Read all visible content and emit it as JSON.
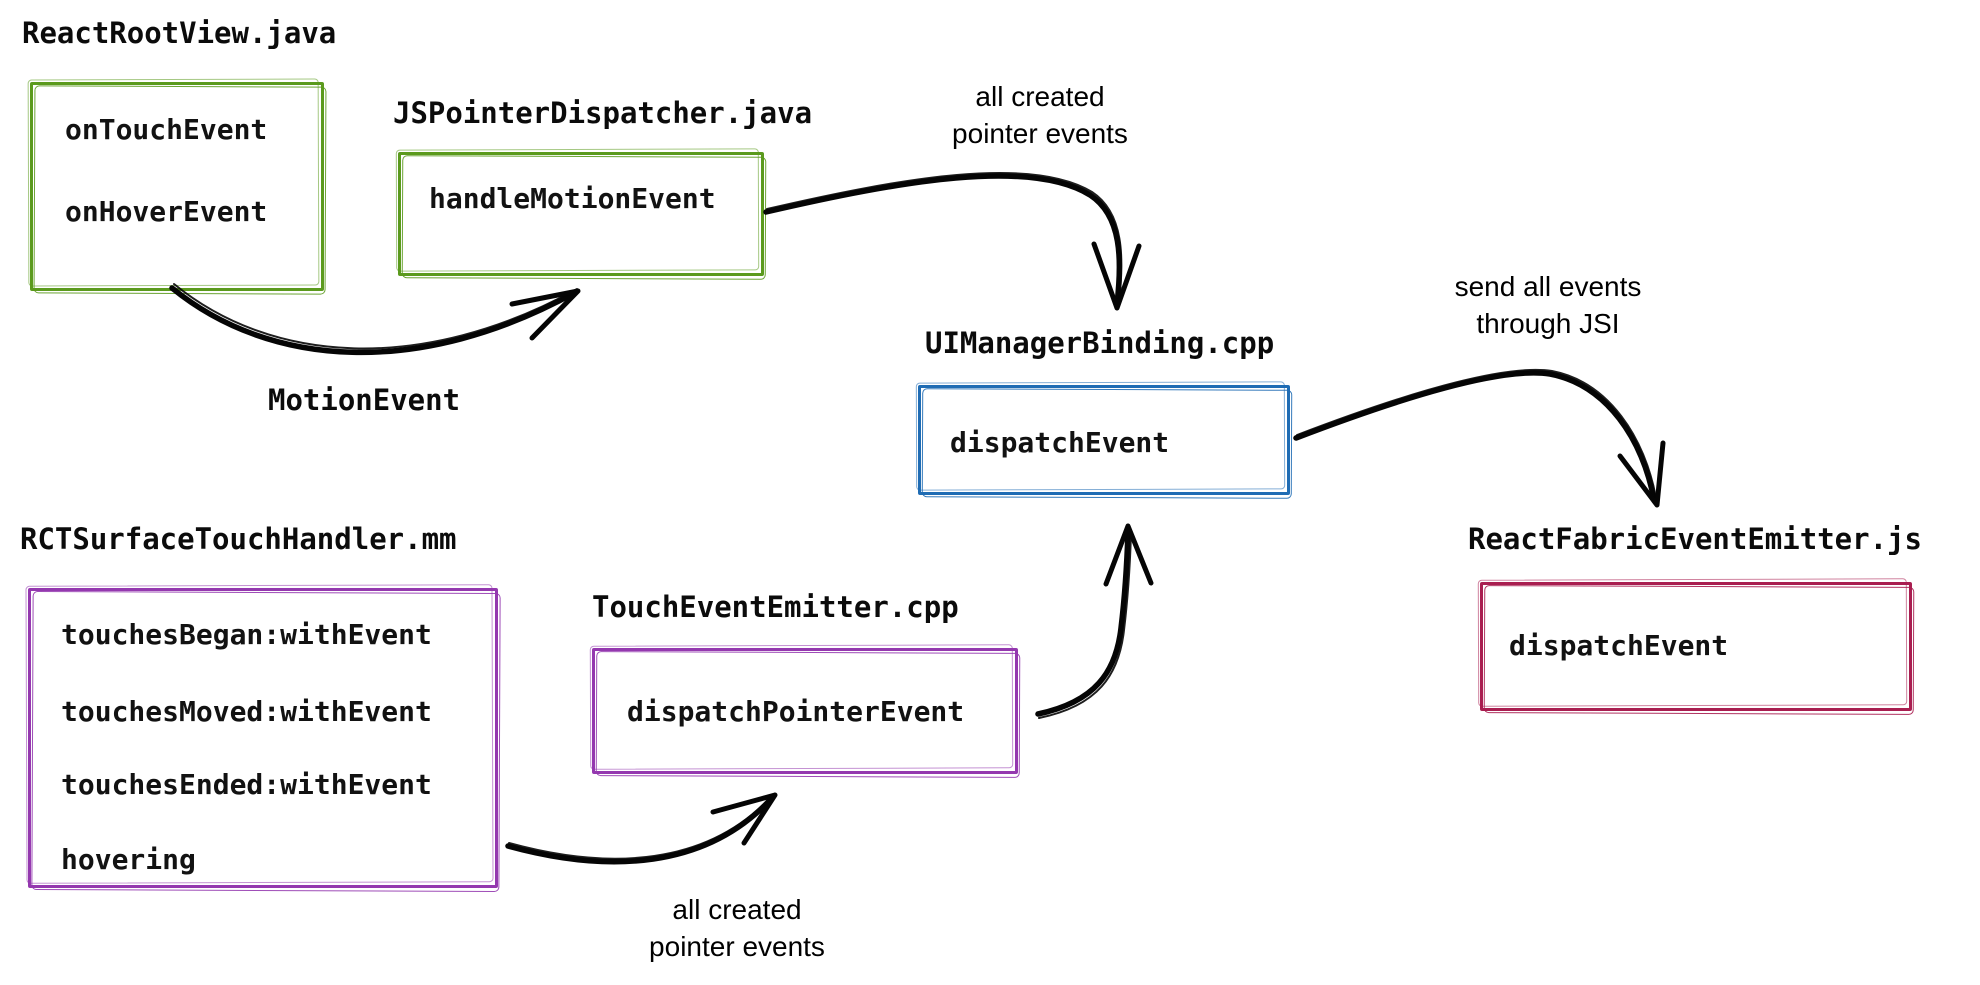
{
  "diagram": {
    "description": "React Native pointer event flow diagram",
    "colors": {
      "green": "#5b9a1d",
      "blue": "#1f6cb4",
      "purple": "#9438af",
      "crimson": "#a91e50",
      "ink": "#050505"
    },
    "nodes": [
      {
        "file": "ReactRootView.java",
        "color": "green",
        "methods": [
          "onTouchEvent",
          "onHoverEvent"
        ]
      },
      {
        "file": "JSPointerDispatcher.java",
        "color": "green",
        "methods": [
          "handleMotionEvent"
        ]
      },
      {
        "file": "UIManagerBinding.cpp",
        "color": "blue",
        "methods": [
          "dispatchEvent"
        ]
      },
      {
        "file": "ReactFabricEventEmitter.js",
        "color": "crimson",
        "methods": [
          "dispatchEvent"
        ]
      },
      {
        "file": "RCTSurfaceTouchHandler.mm",
        "color": "purple",
        "methods": [
          "touchesBegan:withEvent",
          "touchesMoved:withEvent",
          "touchesEnded:withEvent",
          "hovering"
        ]
      },
      {
        "file": "TouchEventEmitter.cpp",
        "color": "purple",
        "methods": [
          "dispatchPointerEvent"
        ]
      }
    ],
    "edges": [
      {
        "id": "motion-event",
        "from": "ReactRootView.java",
        "to": "JSPointerDispatcher.java",
        "label": "MotionEvent"
      },
      {
        "id": "android-pointer-events",
        "from": "JSPointerDispatcher.java",
        "to": "UIManagerBinding.cpp",
        "label": "all created\npointer events"
      },
      {
        "id": "send-through-jsi",
        "from": "UIManagerBinding.cpp",
        "to": "ReactFabricEventEmitter.js",
        "label": "send all events\nthrough JSI"
      },
      {
        "id": "ios-pointer-events",
        "from": "RCTSurfaceTouchHandler.mm",
        "to": "TouchEventEmitter.cpp",
        "label": "all created\npointer events"
      },
      {
        "id": "dispatch-pointer-event",
        "from": "TouchEventEmitter.cpp",
        "to": "UIManagerBinding.cpp",
        "label": ""
      }
    ]
  }
}
